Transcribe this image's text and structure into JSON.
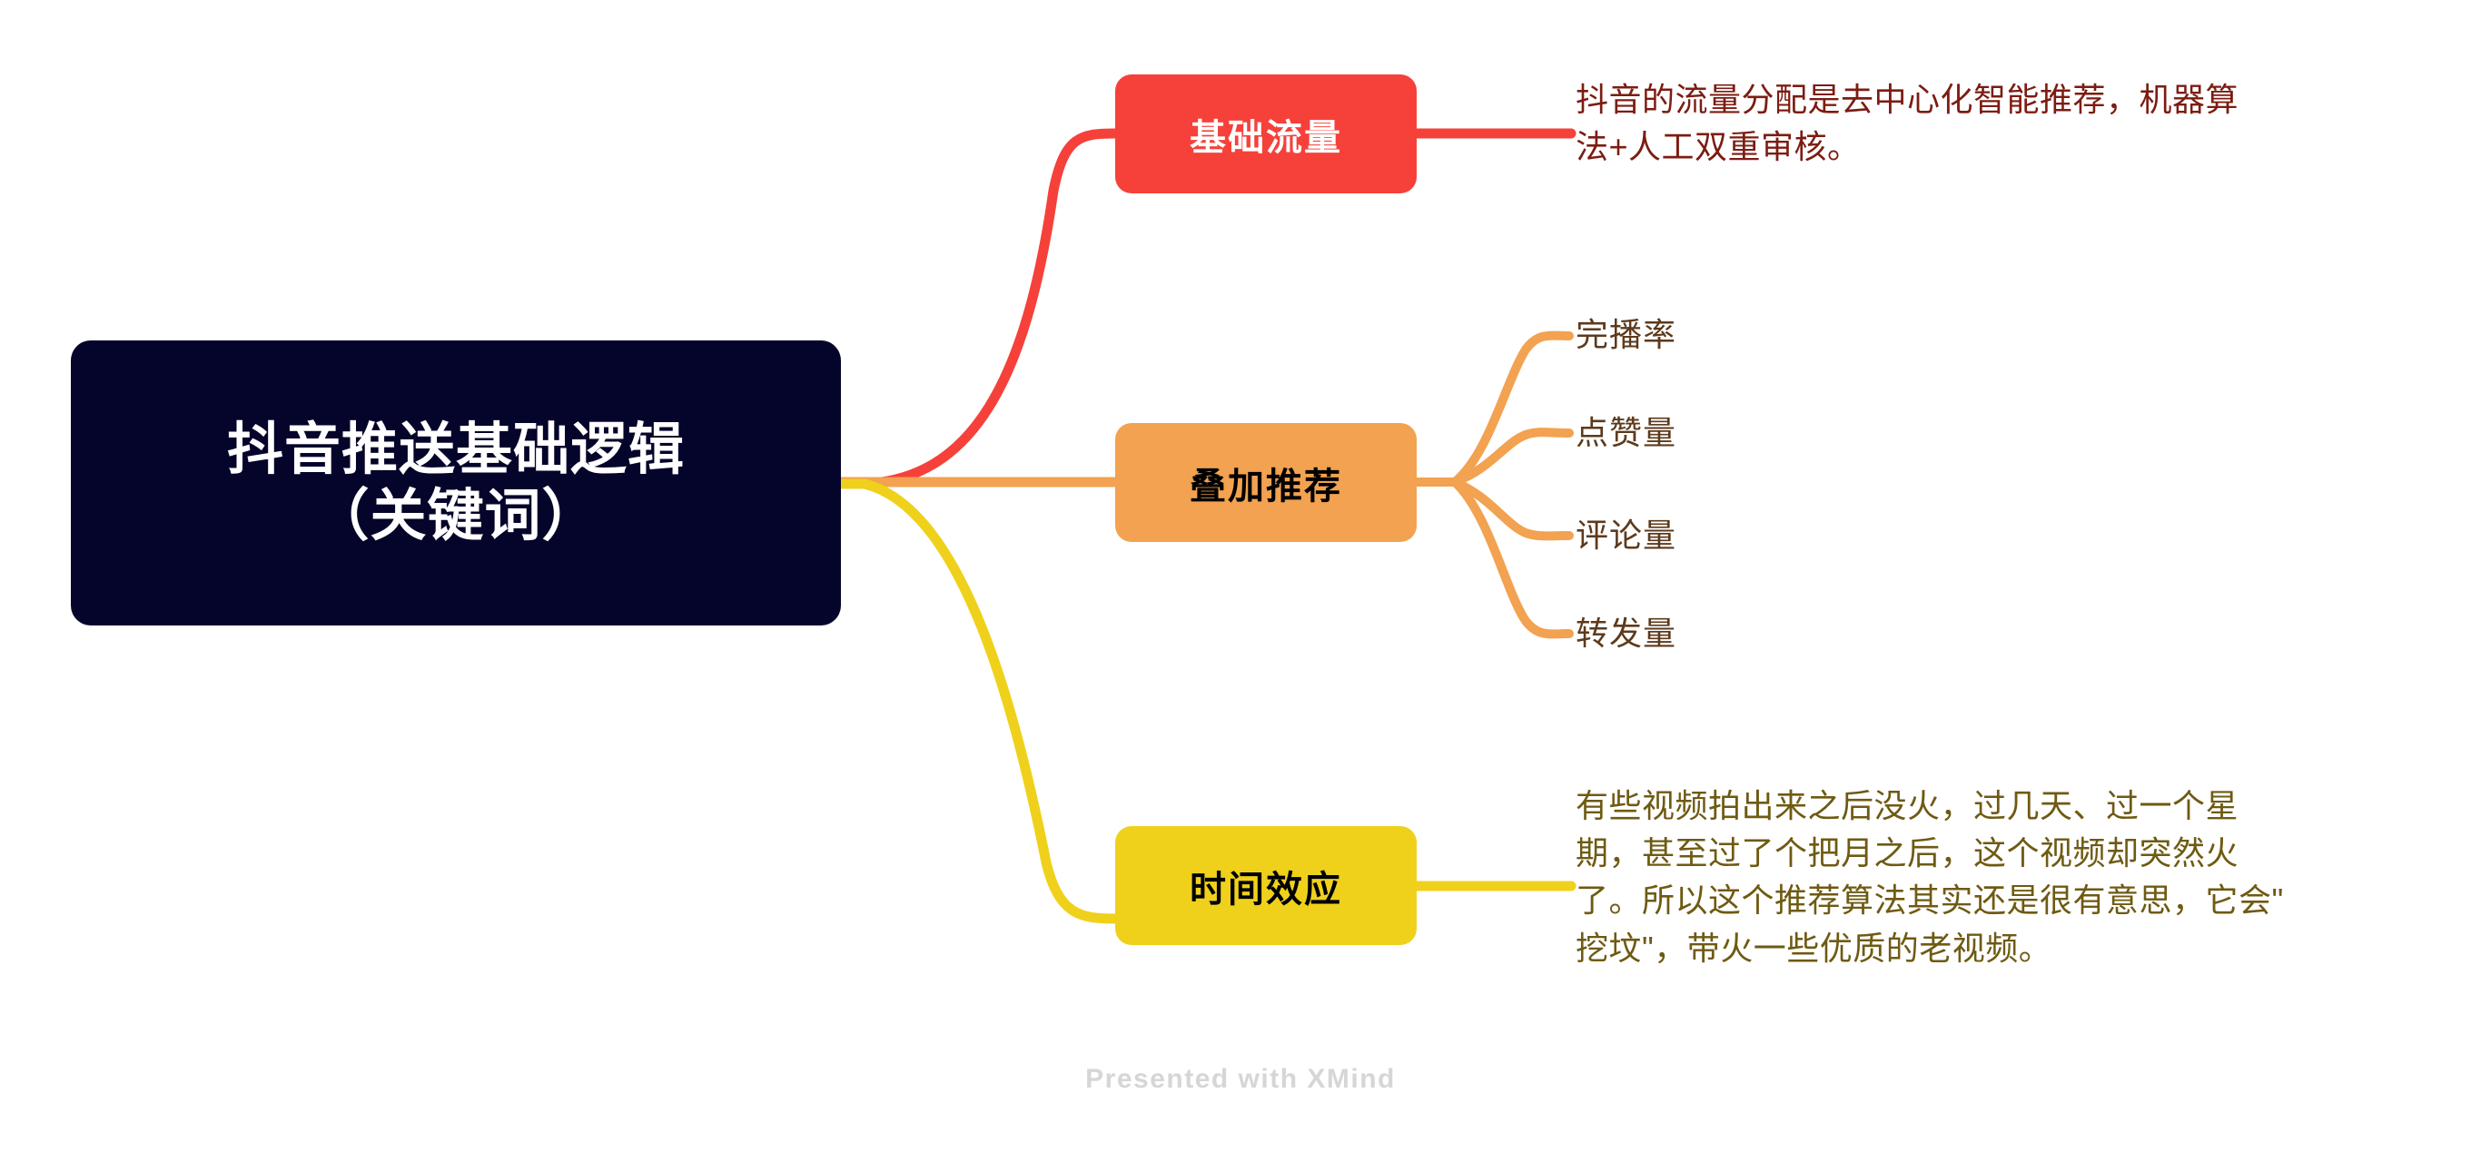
{
  "app": {
    "footer_text": "Presented with XMind",
    "background_color": "#ffffff"
  },
  "mindmap": {
    "root": {
      "title_line_1": "抖音推送基础逻辑",
      "title_line_2": "（关键词）",
      "fill_color": "#05052b",
      "text_color": "#ffffff"
    },
    "branches": [
      {
        "label": "基础流量",
        "fill_color": "#f5413a",
        "text_color": "#ffffff",
        "line_color": "#f5413a",
        "note": "抖音的流量分配是去中心化智能推荐，机器算\n法+人工双重审核。",
        "note_color": "#7c1c12",
        "children": []
      },
      {
        "label": "叠加推荐",
        "fill_color": "#f2a250",
        "text_color": "#000000",
        "line_color": "#f2a250",
        "note": "",
        "note_color": "#5d3a1c",
        "children": [
          {
            "label": "完播率",
            "text_color": "#5d3a1c"
          },
          {
            "label": "点赞量",
            "text_color": "#5d3a1c"
          },
          {
            "label": "评论量",
            "text_color": "#5d3a1c"
          },
          {
            "label": "转发量",
            "text_color": "#5d3a1c"
          }
        ]
      },
      {
        "label": "时间效应",
        "fill_color": "#efd11c",
        "text_color": "#000000",
        "line_color": "#efd11c",
        "note": "有些视频拍出来之后没火，过几天、过一个星\n期，甚至过了个把月之后，这个视频却突然火\n了。所以这个推荐算法其实还是很有意思，它会\"\n挖坟\"，带火一些优质的老视频。",
        "note_color": "#6e5a12",
        "children": []
      }
    ]
  }
}
